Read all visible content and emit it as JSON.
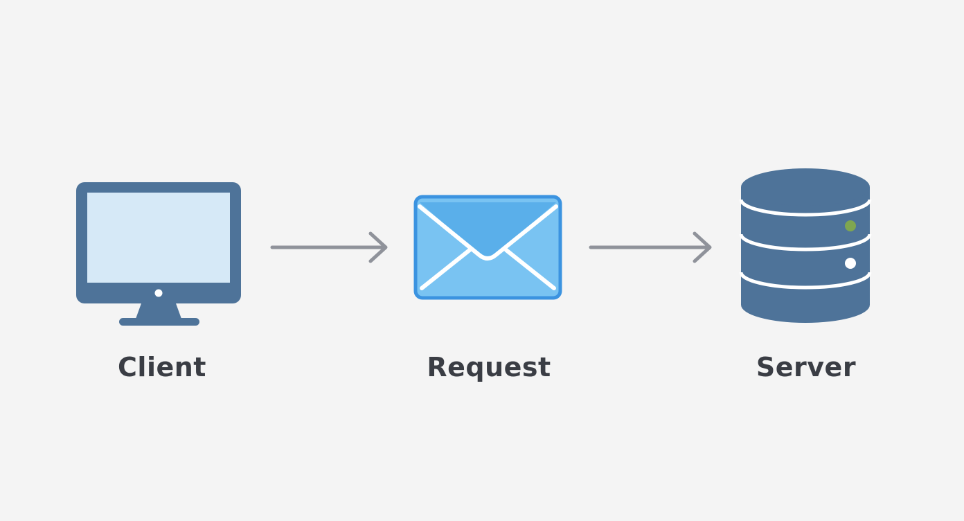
{
  "nodes": {
    "client": {
      "label": "Client",
      "icon": "monitor-icon"
    },
    "request": {
      "label": "Request",
      "icon": "envelope-icon"
    },
    "server": {
      "label": "Server",
      "icon": "database-server-icon"
    }
  },
  "colors": {
    "background": "#f4f4f4",
    "icon_dark_blue": "#4e7399",
    "screen_fill": "#d6e9f7",
    "envelope_border": "#3b93e0",
    "envelope_body": "#79c3f2",
    "envelope_flap": "#5aafea",
    "arrow": "#8f929a",
    "status_light_green": "#7fa650",
    "status_light_white": "#ffffff",
    "label_text": "#3a3d44"
  }
}
